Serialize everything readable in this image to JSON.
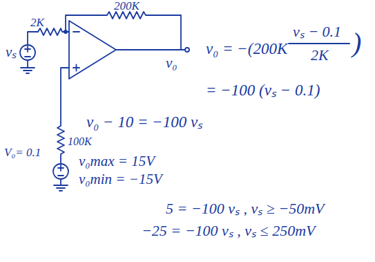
{
  "diagram": {
    "labels": [
      "200K",
      "2K",
      "vₛ",
      "v₀",
      "100K",
      "V₀= 0.1",
      "v₀ = −(200K",
      "vₛ − 0.1",
      "2K",
      ")",
      "= −100 (vₛ − 0.1)",
      "v₀ − 10 = −100 vₛ",
      "v₀max = 15V",
      "v₀min = −15V",
      "5 = −100 vₛ , vₛ ≥ −50mV",
      "−25 = −100 vₛ , vₛ ≤ 250mV"
    ]
  }
}
